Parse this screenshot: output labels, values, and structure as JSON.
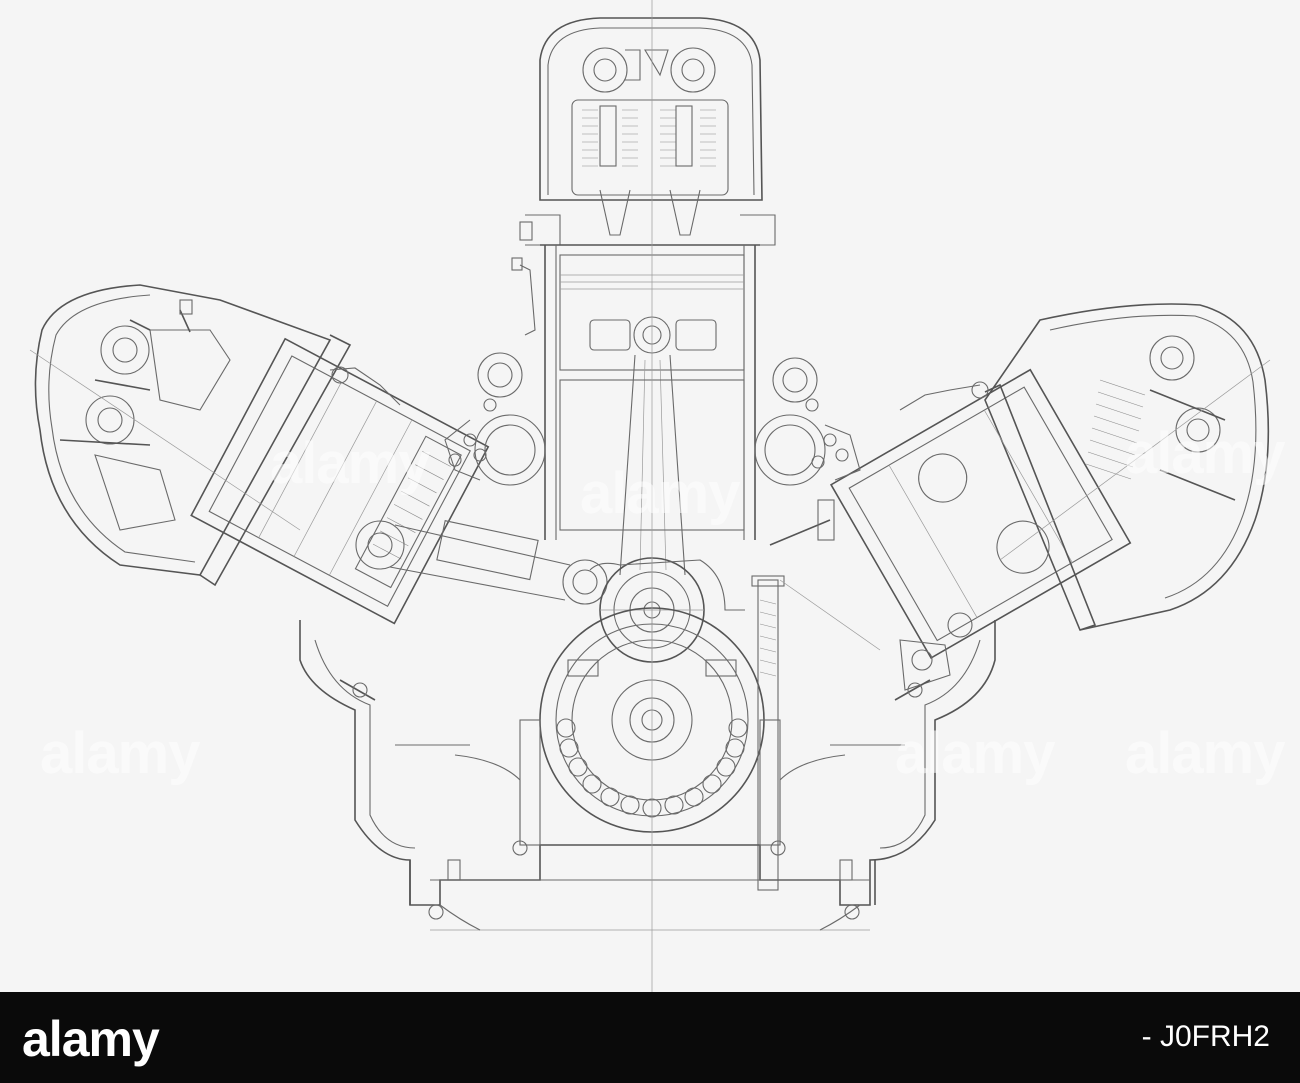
{
  "watermark": {
    "text": "alamy"
  },
  "footer": {
    "logo": "alamy",
    "separator": "-",
    "image_code": "J0FRH2"
  },
  "colors": {
    "background": "#f5f5f5",
    "line": "#6a6a6a",
    "footer": "#0a0a0a",
    "footer_text": "#ffffff"
  }
}
